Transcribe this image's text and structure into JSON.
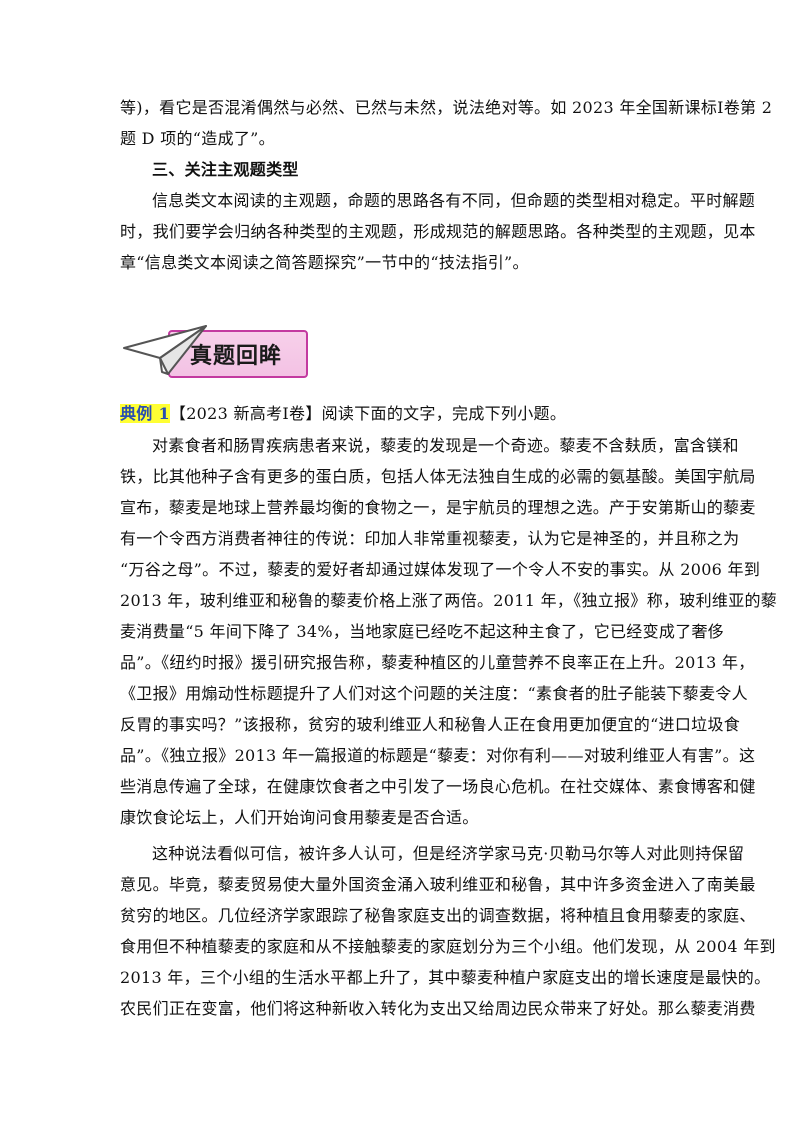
{
  "intro": {
    "lines": [
      "等)，看它是否混淆偶然与必然、已然与未然，说法绝对等。如 2023 年全国新课标Ⅰ卷第 2",
      "题 D 项的“造成了”。"
    ]
  },
  "section3": {
    "heading": "三、关注主观题类型",
    "lines": [
      "信息类文本阅读的主观题，命题的思路各有不同，但命题的类型相对稳定。平时解题",
      "时，我们要学会归纳各种类型的主观题，形成规范的解题思路。各种类型的主观题，见本",
      "章“信息类文本阅读之简答题探究”一节中的“技法指引”。"
    ]
  },
  "banner": {
    "label": "真题回眸",
    "icon": "paper-plane-icon"
  },
  "example": {
    "tag": "典例 1",
    "source": "【2023 新高考Ⅰ卷】阅读下面的文字，完成下列小题。"
  },
  "passage": {
    "p1": [
      "对素食者和肠胃疾病患者来说，藜麦的发现是一个奇迹。藜麦不含麸质，富含镁和",
      "铁，比其他种子含有更多的蛋白质，包括人体无法独自生成的必需的氨基酸。美国宇航局",
      "宣布，藜麦是地球上营养最均衡的食物之一，是宇航员的理想之选。产于安第斯山的藜麦",
      "有一个令西方消费者神往的传说：印加人非常重视藜麦，认为它是神圣的，并且称之为",
      "“万谷之母”。不过，藜麦的爱好者却通过媒体发现了一个令人不安的事实。从 2006 年到",
      "2013 年，玻利维亚和秘鲁的藜麦价格上涨了两倍。2011 年，《独立报》称，玻利维亚的藜",
      "麦消费量“5 年间下降了 34%，当地家庭已经吃不起这种主食了，它已经变成了奢侈",
      "品”。《纽约时报》援引研究报告称，藜麦种植区的儿童营养不良率正在上升。2013 年，",
      "《卫报》用煽动性标题提升了人们对这个问题的关注度：“素食者的肚子能装下藜麦令人",
      "反胃的事实吗？”该报称，贫穷的玻利维亚人和秘鲁人正在食用更加便宜的“进口垃圾食",
      "品”。《独立报》2013 年一篇报道的标题是“藜麦：对你有利——对玻利维亚人有害”。这",
      "些消息传遍了全球，在健康饮食者之中引发了一场良心危机。在社交媒体、素食博客和健",
      "康饮食论坛上，人们开始询问食用藜麦是否合适。"
    ],
    "p2": [
      "这种说法看似可信，被许多人认可，但是经济学家马克·贝勒马尔等人对此则持保留",
      "意见。毕竟，藜麦贸易使大量外国资金涌入玻利维亚和秘鲁，其中许多资金进入了南美最",
      "贫穷的地区。几位经济学家跟踪了秘鲁家庭支出的调查数据，将种植且食用藜麦的家庭、",
      "食用但不种植藜麦的家庭和从不接触藜麦的家庭划分为三个小组。他们发现，从 2004 年到",
      "2013 年，三个小组的生活水平都上升了，其中藜麦种植户家庭支出的增长速度是最快的。",
      "农民们正在变富，他们将这种新收入转化为支出又给周边民众带来了好处。那么藜麦消费"
    ]
  }
}
